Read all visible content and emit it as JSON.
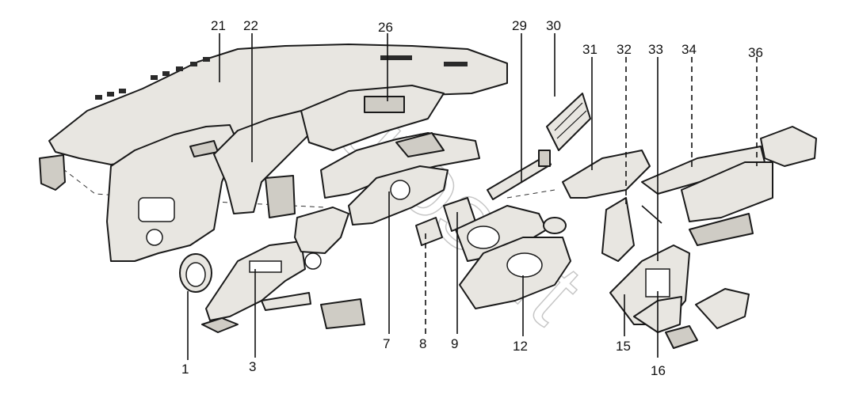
{
  "diagram": {
    "callouts": [
      "1",
      "3",
      "7",
      "8",
      "9",
      "12",
      "15",
      "16",
      "21",
      "22",
      "26",
      "29",
      "30",
      "31",
      "32",
      "33",
      "34",
      "36"
    ],
    "watermark": "Autosoft"
  }
}
